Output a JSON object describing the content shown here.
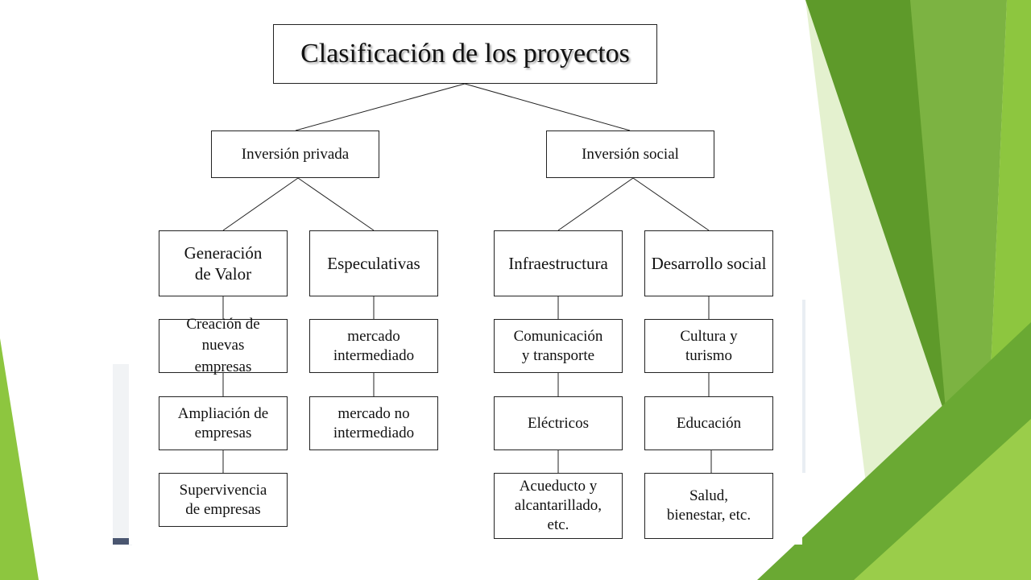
{
  "diagram": {
    "title": "Clasificación de los proyectos",
    "level1": [
      {
        "id": "privada",
        "label": "Inversión privada"
      },
      {
        "id": "social",
        "label": "Inversión social"
      }
    ],
    "level2": [
      {
        "id": "valor",
        "label": "Generación\nde Valor"
      },
      {
        "id": "especulativas",
        "label": "Especulativas"
      },
      {
        "id": "infraestructura",
        "label": "Infraestructura"
      },
      {
        "id": "desarrollo",
        "label": "Desarrollo social"
      }
    ],
    "leaves": {
      "valor": [
        "Creación de\nnuevas\nempresas",
        "Ampliación de\nempresas",
        "Supervivencia\nde empresas"
      ],
      "especulativas": [
        "mercado\nintermediado",
        "mercado no\nintermediado"
      ],
      "infraestructura": [
        "Comunicación\ny transporte",
        "Eléctricos",
        "Acueducto y\nalcantarillado,\netc."
      ],
      "desarrollo": [
        "Cultura y\nturismo",
        "Educación",
        "Salud,\nbienestar,  etc."
      ]
    }
  },
  "theme": {
    "accent_light": "#8dc63f",
    "accent_dark": "#5e9a2a",
    "accent_pale": "#d9ecb8"
  }
}
